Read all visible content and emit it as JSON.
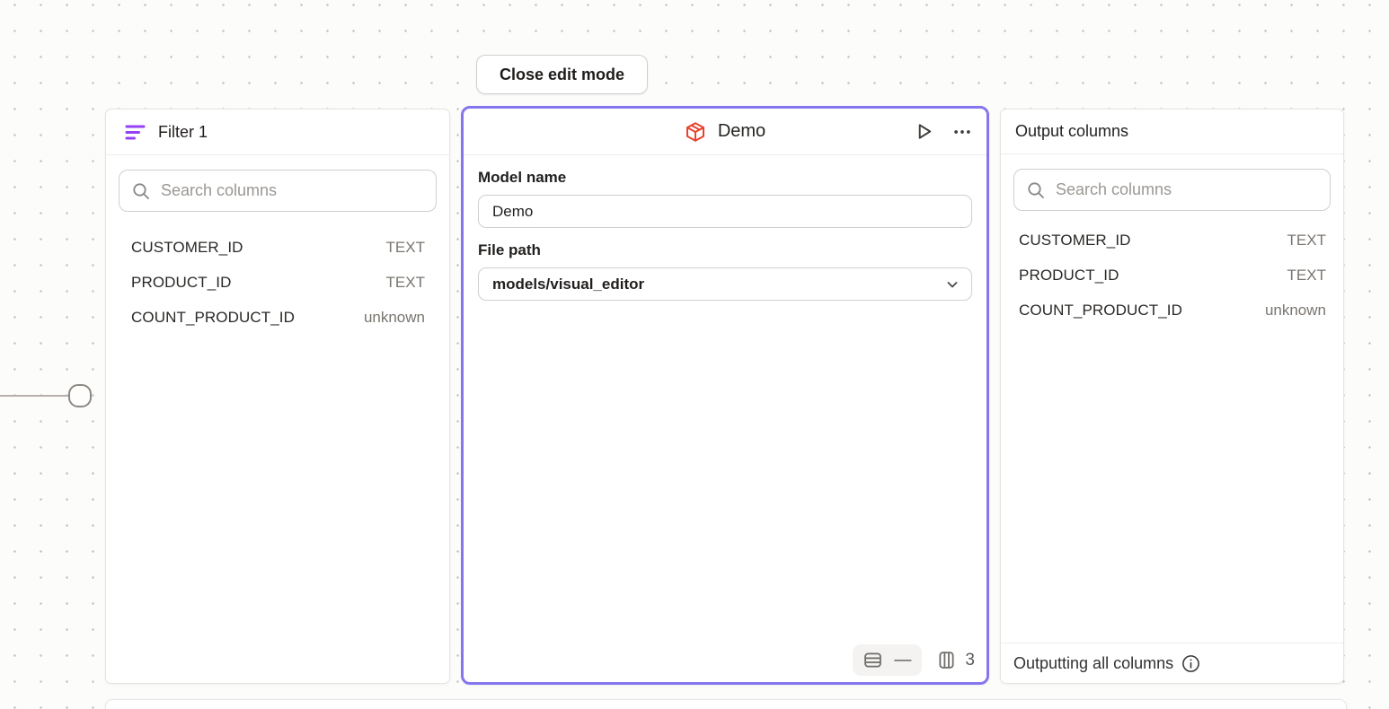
{
  "close_button": {
    "label": "Close edit mode"
  },
  "filter_panel": {
    "title": "Filter 1",
    "search_placeholder": "Search columns",
    "columns": [
      {
        "name": "CUSTOMER_ID",
        "type": "TEXT"
      },
      {
        "name": "PRODUCT_ID",
        "type": "TEXT"
      },
      {
        "name": "COUNT_PRODUCT_ID",
        "type": "unknown"
      }
    ]
  },
  "model_panel": {
    "title": "Demo",
    "model_name_label": "Model name",
    "model_name_value": "Demo",
    "file_path_label": "File path",
    "file_path_value": "models/visual_editor",
    "row_count": "—",
    "column_count": "3"
  },
  "output_panel": {
    "title": "Output columns",
    "search_placeholder": "Search columns",
    "columns": [
      {
        "name": "CUSTOMER_ID",
        "type": "TEXT"
      },
      {
        "name": "PRODUCT_ID",
        "type": "TEXT"
      },
      {
        "name": "COUNT_PRODUCT_ID",
        "type": "unknown"
      }
    ],
    "footer_text": "Outputting all columns"
  },
  "colors": {
    "selection_border": "#8576ee",
    "filter_icon": "#9440f5",
    "model_icon": "#e8432c"
  }
}
